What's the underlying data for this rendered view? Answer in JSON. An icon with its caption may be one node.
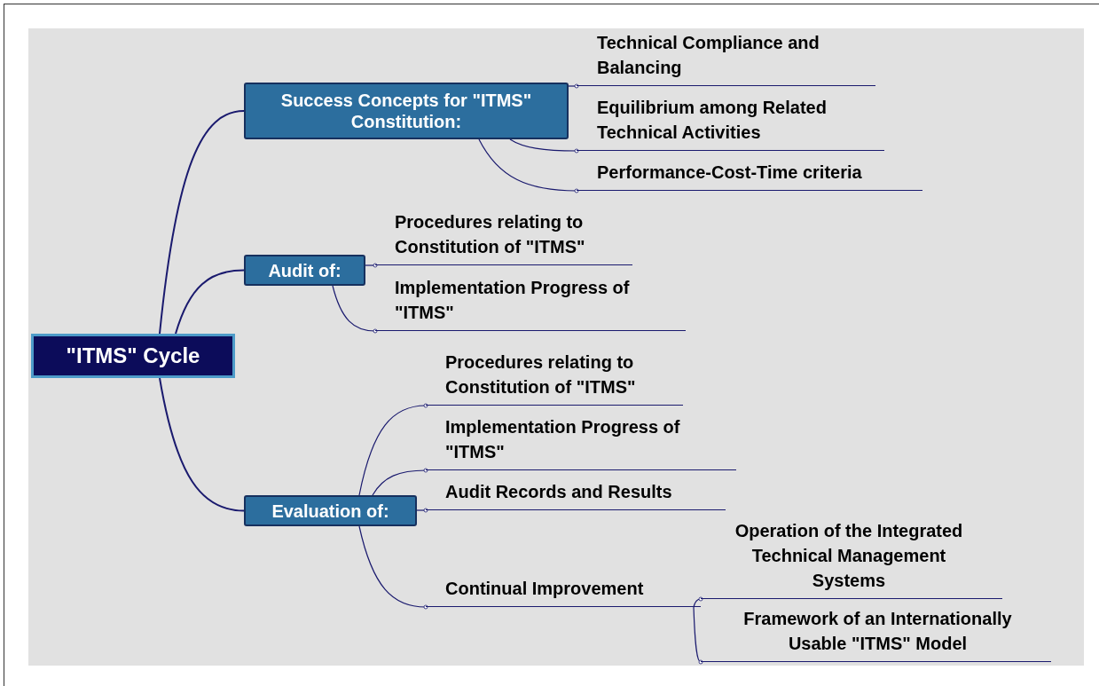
{
  "diagram": {
    "nodes": [
      {
        "text": [
          "\"ITMS\" Cycle"
        ]
      },
      {
        "text": [
          "Success Concepts for \"ITMS\" Constitution:"
        ]
      },
      {
        "text": [
          "Technical Compliance and Balancing"
        ]
      },
      {
        "text": [
          "Equilibrium among Related Technical Activities"
        ]
      },
      {
        "text": [
          "Performance-Cost-Time criteria"
        ]
      },
      {
        "text": [
          "Audit of:"
        ]
      },
      {
        "text": [
          "Procedures relating to Constitution of \"ITMS\""
        ]
      },
      {
        "text": [
          "Implementation Progress of \"ITMS\""
        ]
      },
      {
        "text": [
          "Evaluation of:"
        ]
      },
      {
        "text": [
          "Procedures relating to Constitution of \"ITMS\""
        ]
      },
      {
        "text": [
          "Implementation Progress of \"ITMS\""
        ]
      },
      {
        "text": [
          "Audit Records and Results"
        ]
      },
      {
        "text": [
          "Continual Improvement"
        ]
      },
      {
        "text": [
          "Operation of the Integrated Technical Management Systems"
        ]
      },
      {
        "text": [
          "Framework of an Internationally Usable \"ITMS\" Model"
        ]
      }
    ],
    "edges": [
      {
        "from": 0,
        "to": 1,
        "arrow": "none"
      },
      {
        "from": 0,
        "to": 5,
        "arrow": "none"
      },
      {
        "from": 0,
        "to": 8,
        "arrow": "none"
      },
      {
        "from": 1,
        "to": 2,
        "arrow": "other"
      },
      {
        "from": 1,
        "to": 3,
        "arrow": "other"
      },
      {
        "from": 1,
        "to": 4,
        "arrow": "other"
      },
      {
        "from": 5,
        "to": 6,
        "arrow": "other"
      },
      {
        "from": 5,
        "to": 7,
        "arrow": "other"
      },
      {
        "from": 8,
        "to": 9,
        "arrow": "other"
      },
      {
        "from": 8,
        "to": 10,
        "arrow": "other"
      },
      {
        "from": 8,
        "to": 11,
        "arrow": "other"
      },
      {
        "from": 8,
        "to": 12,
        "arrow": "other"
      },
      {
        "from": 12,
        "to": 13,
        "arrow": "other"
      },
      {
        "from": 12,
        "to": 14,
        "arrow": "other"
      }
    ]
  }
}
